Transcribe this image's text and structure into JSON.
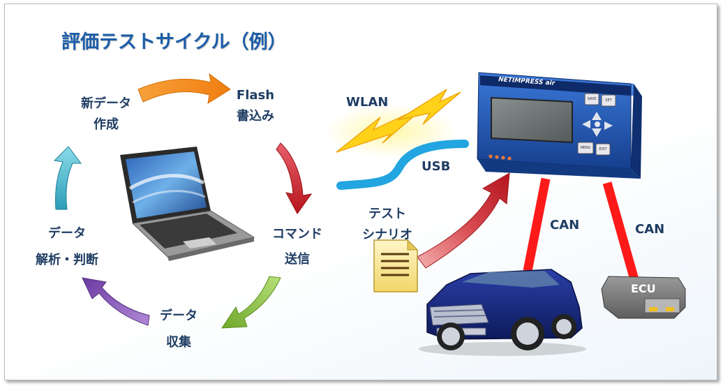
{
  "title": "評価テストサイクル（例）",
  "cycle": {
    "new_data": [
      "新データ",
      "作成"
    ],
    "flash": [
      "Flash",
      "書込み"
    ],
    "command": [
      "コマンド",
      "送信"
    ],
    "collect": [
      "データ",
      "収集"
    ],
    "analyze": [
      "データ",
      "解析・判断"
    ]
  },
  "links": {
    "wlan": "WLAN",
    "usb": "USB",
    "can1": "CAN",
    "can2": "CAN"
  },
  "scenario": [
    "テスト",
    "シナリオ"
  ],
  "device": {
    "brand": "NETIMPRESS air",
    "buttons": [
      "SAVE",
      "SET",
      "MENU",
      "EXIT"
    ]
  },
  "ecu": "ECU",
  "colors": {
    "title": "#1c5da8",
    "label": "#1f3d63",
    "arrow_orange": "#f08a1a",
    "arrow_red": "#c9262c",
    "arrow_green": "#8cc43a",
    "arrow_purple": "#7b4fae",
    "arrow_teal": "#3ab0c8",
    "cable_usb": "#22a5e0",
    "cable_can": "#ff1a1a",
    "device_body": "#1e56b8",
    "lightning": "#ffd21a"
  }
}
